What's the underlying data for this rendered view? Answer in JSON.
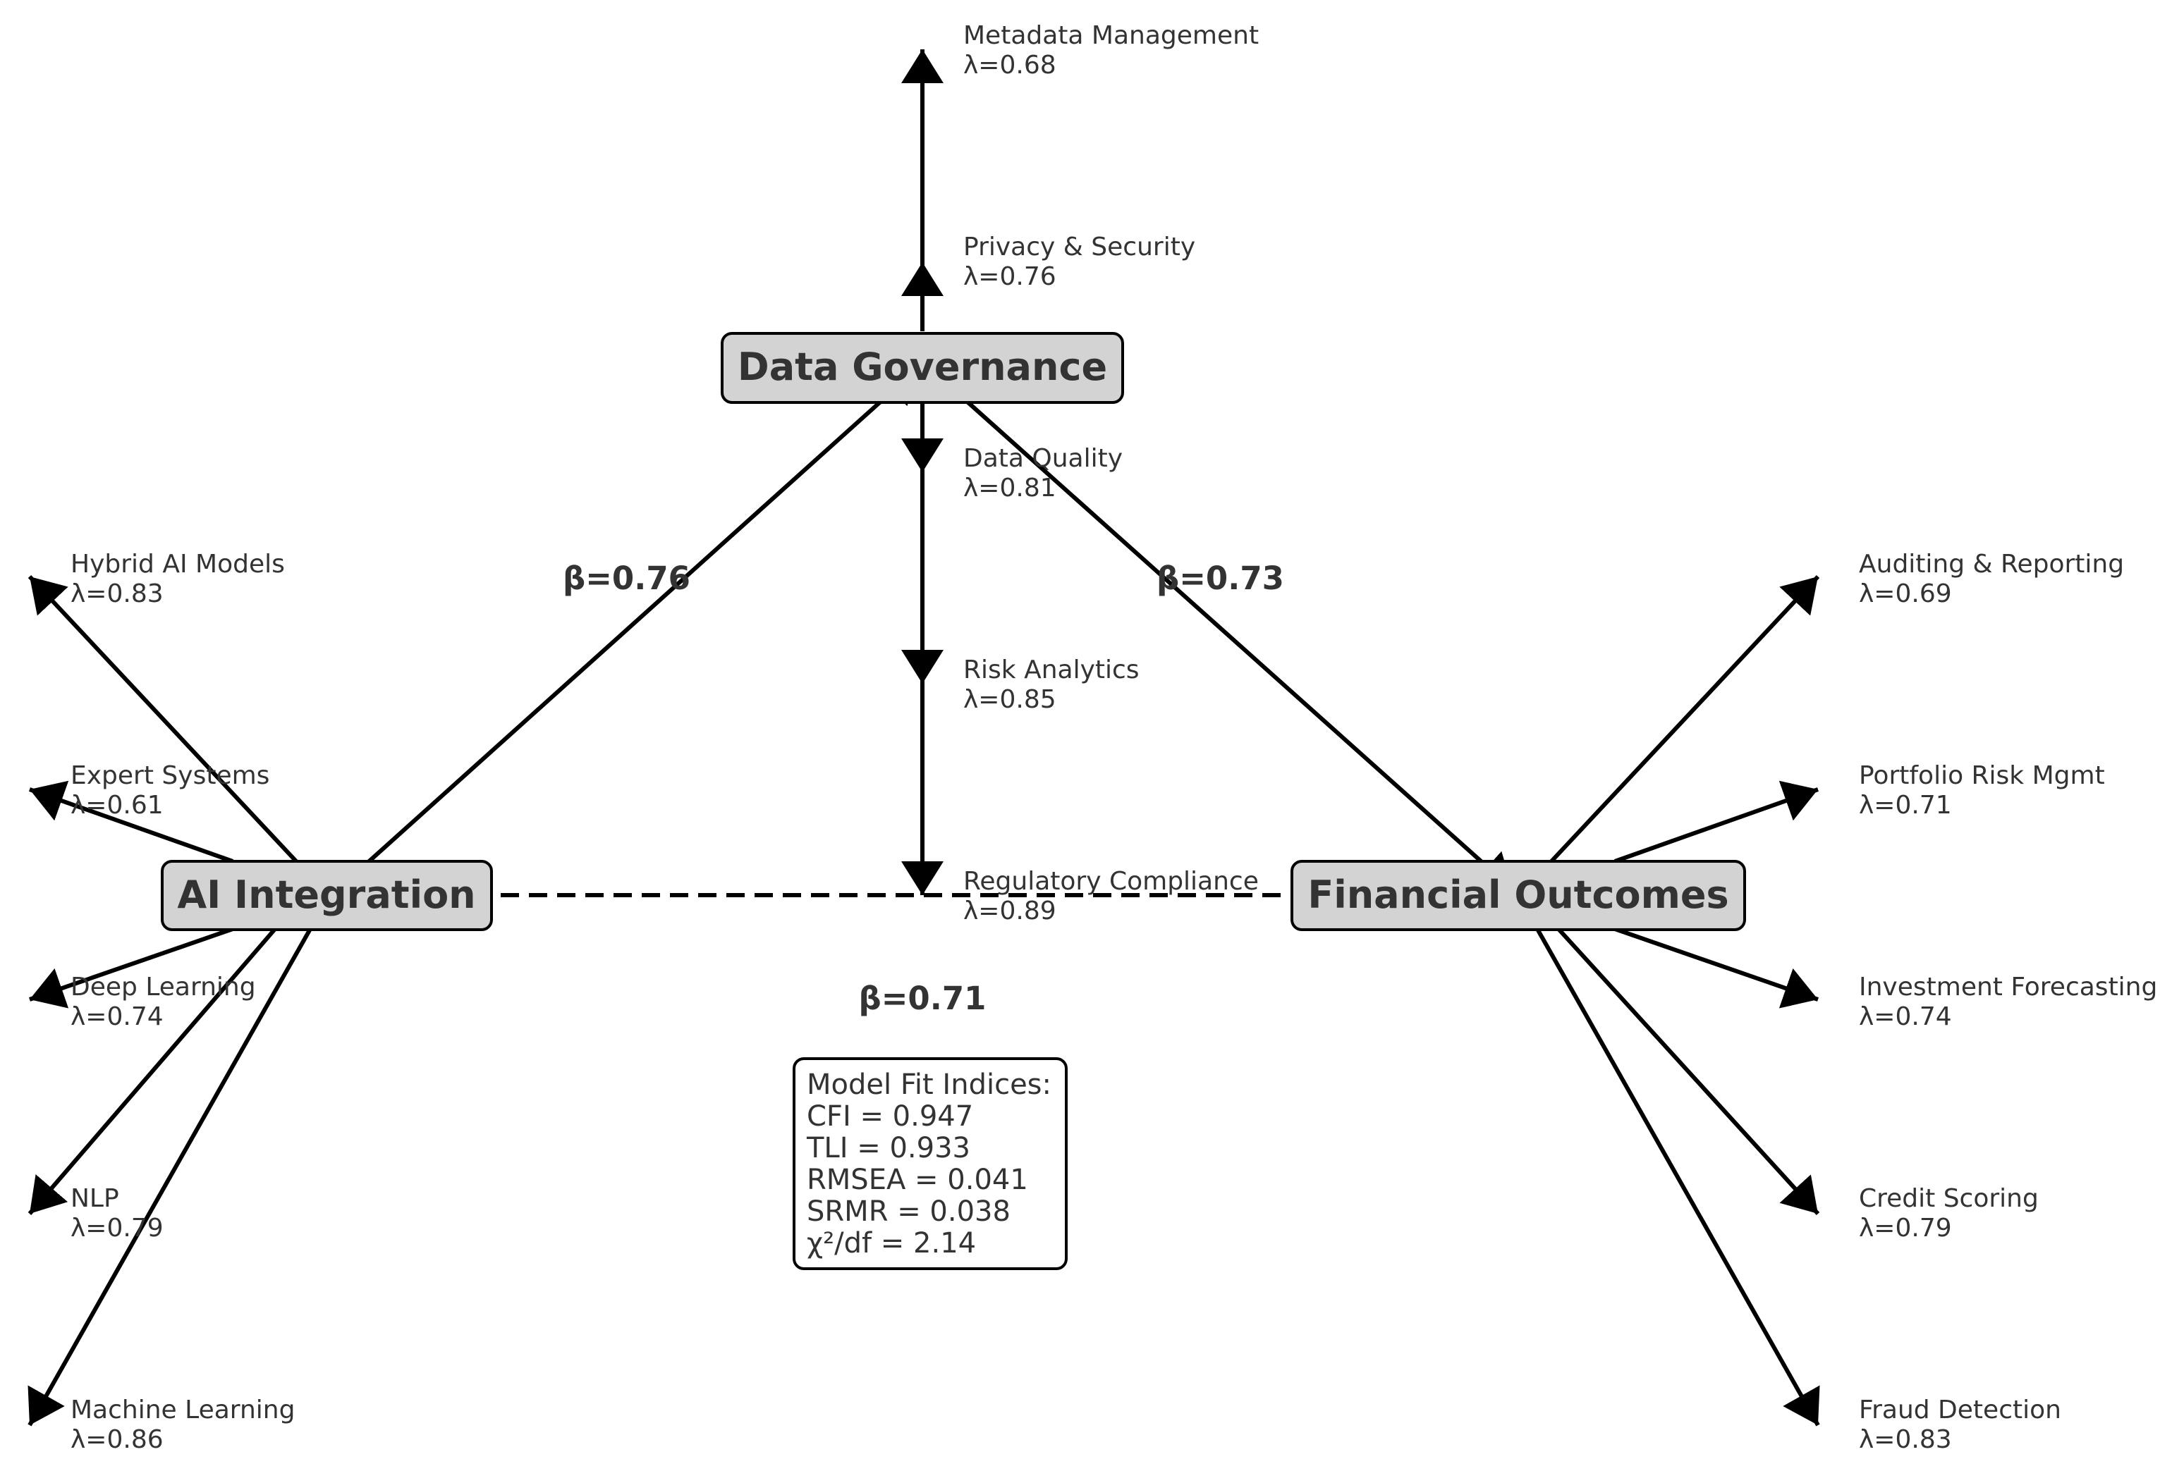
{
  "nodes": {
    "ai": "AI Integration",
    "dg": "Data Governance",
    "fo": "Financial Outcomes"
  },
  "paths": {
    "ai_dg": "β=0.76",
    "dg_fo": "β=0.73",
    "ai_fo": "β=0.71"
  },
  "indicators": {
    "ai": [
      {
        "name": "Hybrid AI Models",
        "loading": "λ=0.83"
      },
      {
        "name": "Expert Systems",
        "loading": "λ=0.61"
      },
      {
        "name": "Deep Learning",
        "loading": "λ=0.74"
      },
      {
        "name": "NLP",
        "loading": "λ=0.79"
      },
      {
        "name": "Machine Learning",
        "loading": "λ=0.86"
      }
    ],
    "dg": [
      {
        "name": "Metadata Management",
        "loading": "λ=0.68"
      },
      {
        "name": "Privacy & Security",
        "loading": "λ=0.76"
      },
      {
        "name": "Data Quality",
        "loading": "λ=0.81"
      },
      {
        "name": "Risk Analytics",
        "loading": "λ=0.85"
      },
      {
        "name": "Regulatory Compliance",
        "loading": "λ=0.89"
      }
    ],
    "fo": [
      {
        "name": "Auditing & Reporting",
        "loading": "λ=0.69"
      },
      {
        "name": "Portfolio Risk Mgmt",
        "loading": "λ=0.71"
      },
      {
        "name": "Investment Forecasting",
        "loading": "λ=0.74"
      },
      {
        "name": "Credit Scoring",
        "loading": "λ=0.79"
      },
      {
        "name": "Fraud Detection",
        "loading": "λ=0.83"
      }
    ]
  },
  "fit": {
    "title": "Model Fit Indices:",
    "cfi": "CFI = 0.947",
    "tli": "TLI = 0.933",
    "rmsea": "RMSEA = 0.041",
    "srmr": "SRMR = 0.038",
    "chi": "χ²/df = 2.14"
  }
}
